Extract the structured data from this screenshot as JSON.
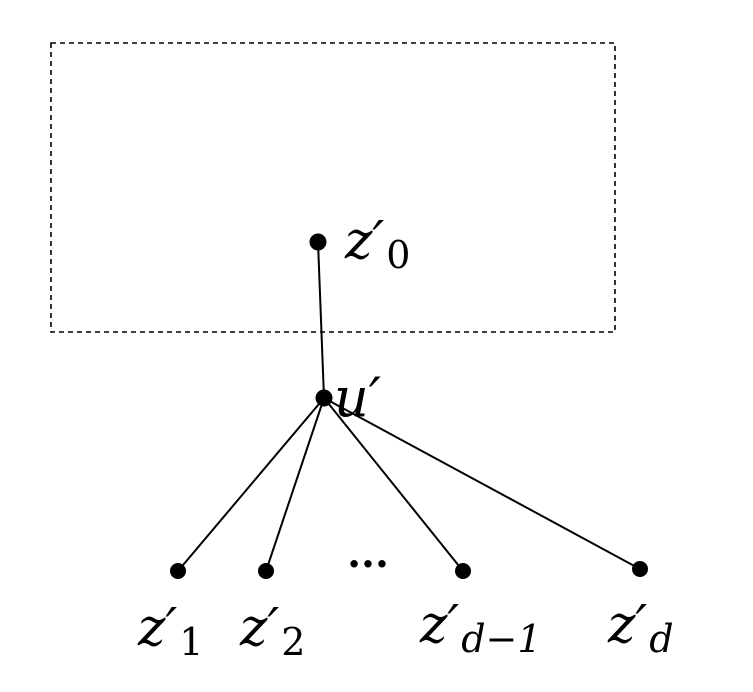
{
  "diagram": {
    "box": {
      "style": "dashed"
    },
    "root": {
      "label": "z′",
      "sub": "0"
    },
    "hub": {
      "label": "u′"
    },
    "leaves": [
      {
        "label": "z′",
        "sub": "1"
      },
      {
        "label": "z′",
        "sub": "2"
      },
      {
        "label": "z′",
        "sub": "d−1"
      },
      {
        "label": "z′",
        "sub": "d"
      }
    ],
    "ellipsis": "···"
  },
  "colors": {
    "ink": "#000000",
    "background": "#ffffff"
  }
}
